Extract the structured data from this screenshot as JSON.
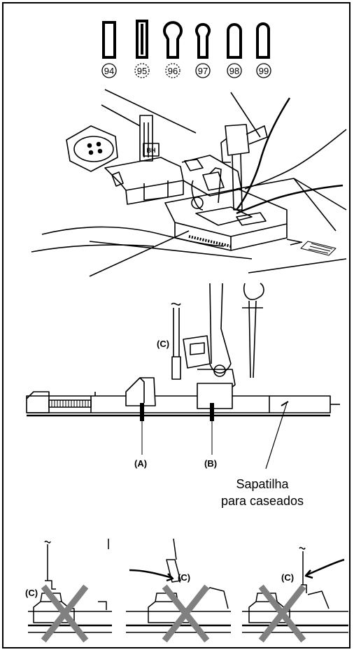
{
  "stitch_patterns": [
    {
      "number": "94",
      "shape": "square-buttonhole"
    },
    {
      "number": "95",
      "shape": "narrow-buttonhole"
    },
    {
      "number": "96",
      "shape": "keyhole-buttonhole"
    },
    {
      "number": "97",
      "shape": "round-end-buttonhole"
    },
    {
      "number": "98",
      "shape": "round-end-buttonhole"
    },
    {
      "number": "99",
      "shape": "round-top-buttonhole"
    }
  ],
  "presser_foot_marking": "BH",
  "side_view": {
    "label_c": "(C)",
    "label_a": "(A)",
    "label_b": "(B)",
    "caption_line1": "Sapatilha",
    "caption_line2": "para caseados"
  },
  "wrong_examples": [
    {
      "label": "(C)"
    },
    {
      "label": "(C)"
    },
    {
      "label": "(C)"
    }
  ],
  "colors": {
    "line": "#000000",
    "cross": "#808080",
    "background": "#ffffff"
  }
}
